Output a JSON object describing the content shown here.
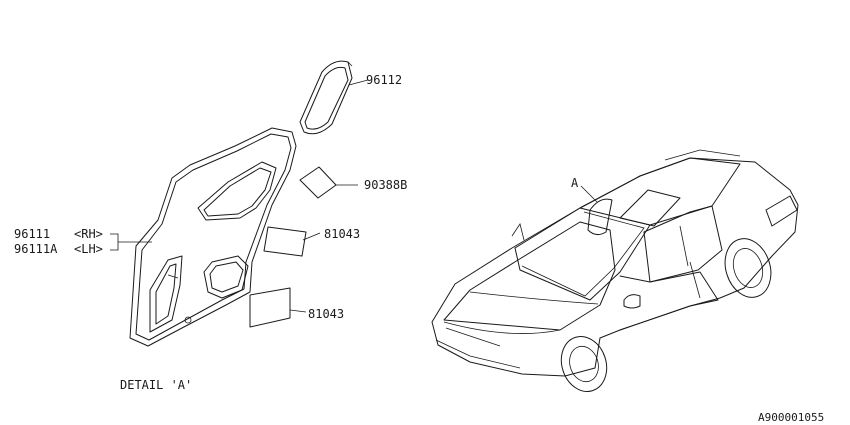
{
  "labels": {
    "part_96112": "96112",
    "part_90388b": "90388B",
    "part_81043_upper": "81043",
    "part_81043_lower": "81043",
    "part_96111": "96111",
    "side_rh": "<RH>",
    "part_96111a": "96111A",
    "side_lh": "<LH>",
    "detail_caption": "DETAIL 'A'",
    "view_marker": "A",
    "diagram_code": "A900001055"
  }
}
